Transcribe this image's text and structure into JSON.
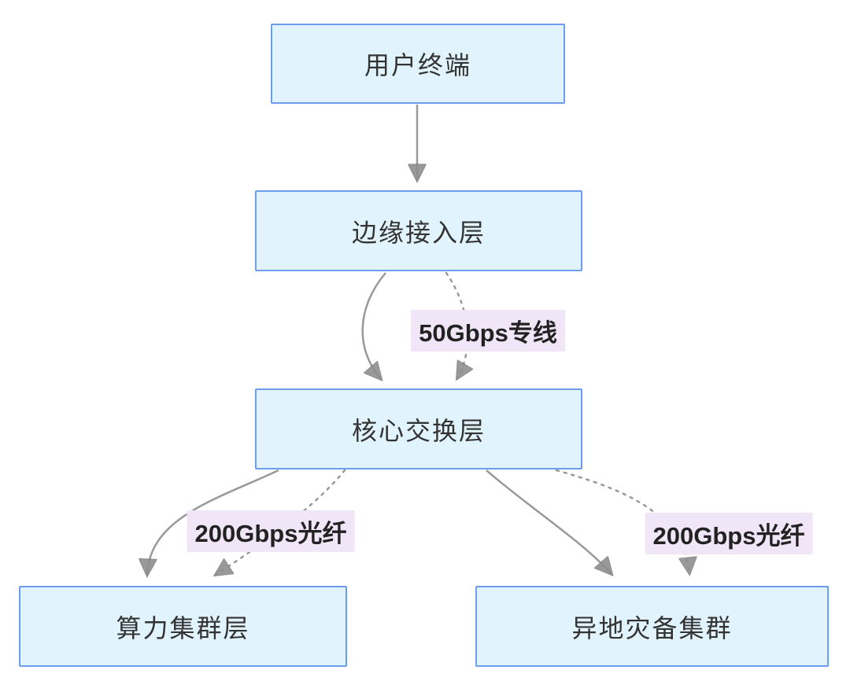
{
  "diagram": {
    "type": "flowchart",
    "direction": "top-down",
    "colors": {
      "background": "#ffffff",
      "node_fill": "#e1f3fc",
      "node_border": "#6c9bf0",
      "node_text": "#333333",
      "edge_line": "#999999",
      "edge_label_bg": "#f0e6f8",
      "edge_label_text": "#222222"
    },
    "nodes": [
      {
        "id": "user-terminal",
        "label": "用户终端"
      },
      {
        "id": "edge-access-layer",
        "label": "边缘接入层"
      },
      {
        "id": "core-switch-layer",
        "label": "核心交换层"
      },
      {
        "id": "compute-cluster-layer",
        "label": "算力集群层"
      },
      {
        "id": "remote-dr-cluster",
        "label": "异地灾备集群"
      }
    ],
    "edges": [
      {
        "from": "用户终端",
        "to": "边缘接入层",
        "style": "solid",
        "label": ""
      },
      {
        "from": "边缘接入层",
        "to": "核心交换层",
        "style": "solid",
        "label": ""
      },
      {
        "from": "边缘接入层",
        "to": "核心交换层",
        "style": "dotted",
        "label": "50Gbps专线"
      },
      {
        "from": "核心交换层",
        "to": "算力集群层",
        "style": "solid",
        "label": ""
      },
      {
        "from": "核心交换层",
        "to": "算力集群层",
        "style": "dotted",
        "label": "200Gbps光纤"
      },
      {
        "from": "核心交换层",
        "to": "异地灾备集群",
        "style": "solid",
        "label": ""
      },
      {
        "from": "核心交换层",
        "to": "异地灾备集群",
        "style": "dotted",
        "label": "200Gbps光纤"
      }
    ],
    "edge_labels": [
      {
        "id": "link-to-core",
        "label": "50Gbps专线"
      },
      {
        "id": "link-to-compute",
        "label": "200Gbps光纤"
      },
      {
        "id": "link-to-dr",
        "label": "200Gbps光纤"
      }
    ]
  }
}
